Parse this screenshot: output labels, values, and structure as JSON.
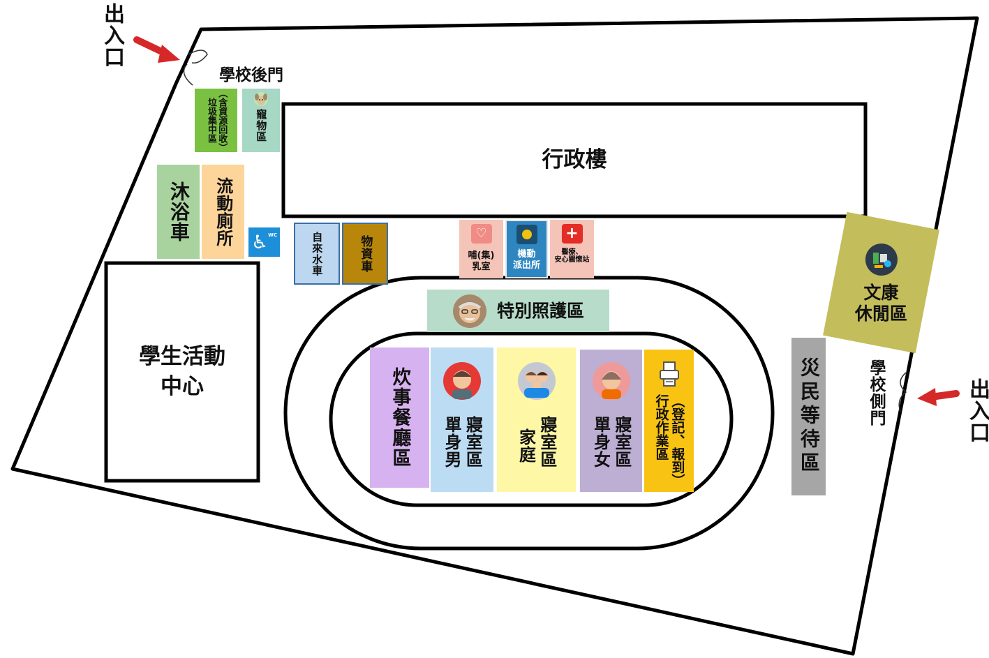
{
  "entrances": {
    "top_left": "出入口",
    "right": "出入口",
    "back_gate": "學校後門",
    "side_gate": "學校側門"
  },
  "buildings": {
    "admin": "行政樓",
    "student_center": "學生活動中心"
  },
  "zones": {
    "garbage_line1": "垃圾集中區",
    "garbage_line2": "（含資源回收）",
    "pet": "寵物區",
    "shower": "沐浴車",
    "toilet": "流動廁所",
    "wc": "WC",
    "water": "自來水車",
    "supply": "物資車",
    "nursing": "哺(集)乳室",
    "police_line1": "機動",
    "police_line2": "派出所",
    "medical_line1": "醫療、",
    "medical_line2": "安心關懷站",
    "special_care": "特別照護區",
    "recreation_line1": "文康",
    "recreation_line2": "休閒區",
    "waiting": "災民等待區",
    "kitchen": "炊事餐廳區",
    "male_line1": "寢室區",
    "male_line2": "單身男",
    "family_line1": "寢室區",
    "family_line2": "家庭",
    "female_line1": "寢室區",
    "female_line2": "單身女",
    "admin_work_line1": "（登記、報到）",
    "admin_work_line2": "行政作業區"
  },
  "colors": {
    "garbage": "#7ac142",
    "pet": "#a7d7c5",
    "shower": "#a9d39e",
    "toilet": "#fdd49a",
    "wc": "#1c8fd8",
    "water": "#bcd7ef",
    "supply": "#b8860b",
    "nursing": "#f4c4b8",
    "police": "#2e86c1",
    "medical": "#f4c4b8",
    "special_care": "#b7dcc9",
    "recreation": "#c3bd5b",
    "waiting": "#a6a6a6",
    "kitchen": "#d7b2f0",
    "male": "#bcdcf4",
    "family": "#fdf7a6",
    "female": "#bdaed4",
    "admin_work": "#f9c313",
    "arrow": "#d62828"
  }
}
